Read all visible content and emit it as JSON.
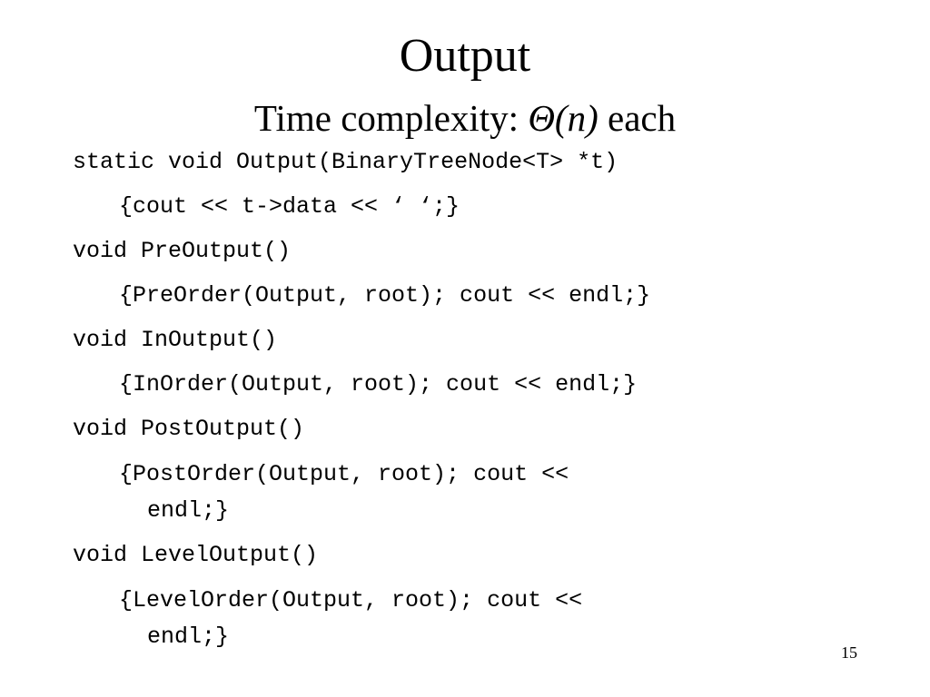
{
  "slide": {
    "title": "Output",
    "subtitle_prefix": "Time complexity: ",
    "subtitle_italic": "Θ(n)",
    "subtitle_suffix": " each",
    "code_lines": [
      "static void Output(BinaryTreeNode<T> *t)",
      "{cout << t->data << ‘ ‘;}",
      "void PreOutput()",
      "{PreOrder(Output, root); cout << endl;}",
      "void InOutput()",
      "{InOrder(Output, root); cout << endl;}",
      "void PostOutput()",
      "{PostOrder(Output, root); cout <<",
      "endl;}",
      "void LevelOutput()",
      "{LevelOrder(Output, root); cout <<",
      "endl;}"
    ],
    "page_number": "15"
  }
}
